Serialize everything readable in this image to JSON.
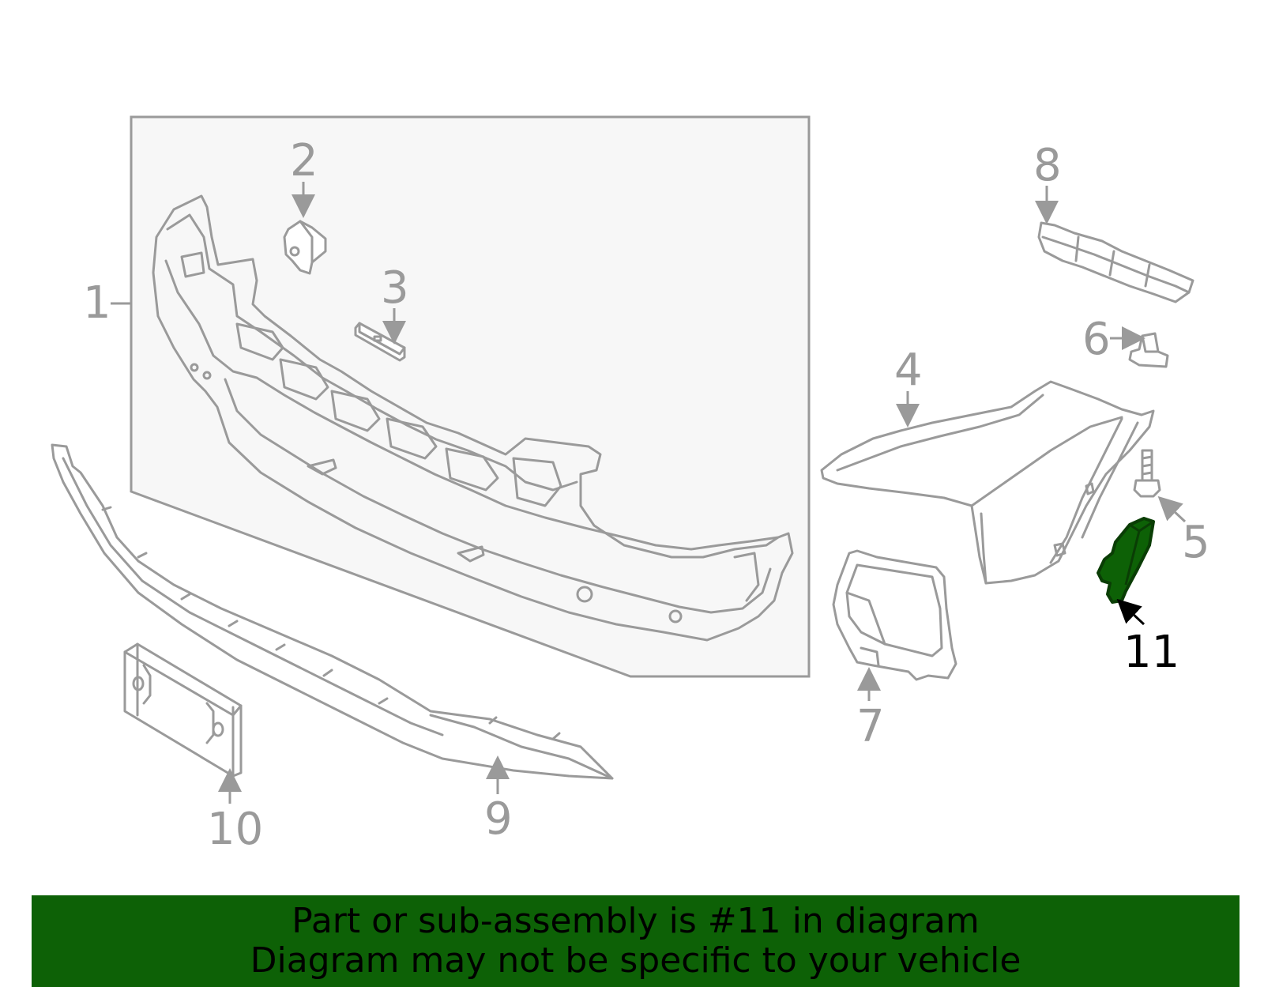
{
  "diagram": {
    "callouts": [
      "1",
      "2",
      "3",
      "4",
      "5",
      "6",
      "7",
      "8",
      "9",
      "10",
      "11"
    ],
    "highlighted_part": "11",
    "colors": {
      "part_line": "#9a9a9a",
      "highlight": "#0d6106",
      "panel": "#f7f7f7",
      "banner": "#0d6106"
    }
  },
  "banner": {
    "line1": "Part or sub-assembly is #11 in diagram",
    "line2": "Diagram may not be specific to your vehicle"
  }
}
